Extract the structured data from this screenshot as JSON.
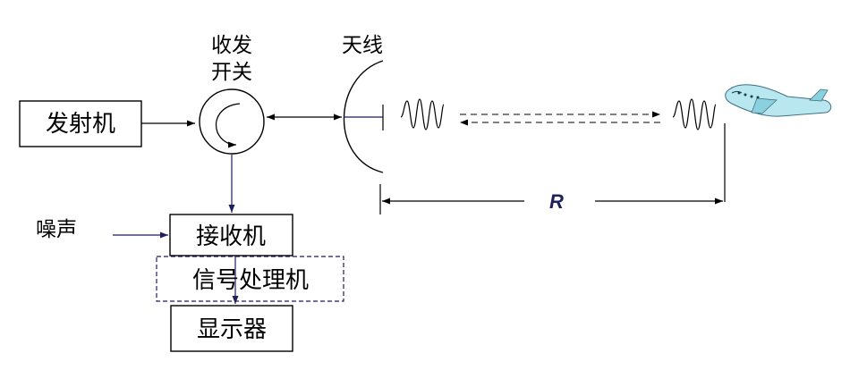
{
  "blocks": {
    "transmitter": "发射机",
    "receiver": "接收机",
    "signal_processor": "信号处理机",
    "display": "显示器"
  },
  "labels": {
    "switch_line1": "收发",
    "switch_line2": "开关",
    "antenna": "天线",
    "noise": "噪声",
    "range": "R"
  },
  "colors": {
    "line": "#000000",
    "arrow_navy": "#1f1f5c",
    "text": "#000000"
  },
  "icons": [
    "circulator-icon",
    "antenna-dish-icon",
    "wave-burst-icon",
    "airplane-icon"
  ]
}
